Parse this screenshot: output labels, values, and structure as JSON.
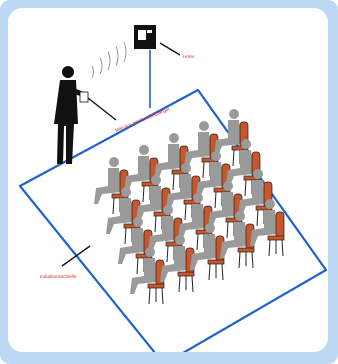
{
  "diagram": {
    "labels": {
      "receiver": "Hörer",
      "microphone": "Mikrofon mit Funkempfänger",
      "induction_loop": "Induktionsschleife"
    },
    "colors": {
      "frame": "#bcd8f2",
      "loop_line": "#1e64c8",
      "chair_seat": "#c9552a",
      "person": "#9a9a9a",
      "speaker": "#111111",
      "label_text": "#e31f1f"
    },
    "audience": {
      "rows": 4,
      "seats_per_row": 5
    }
  }
}
